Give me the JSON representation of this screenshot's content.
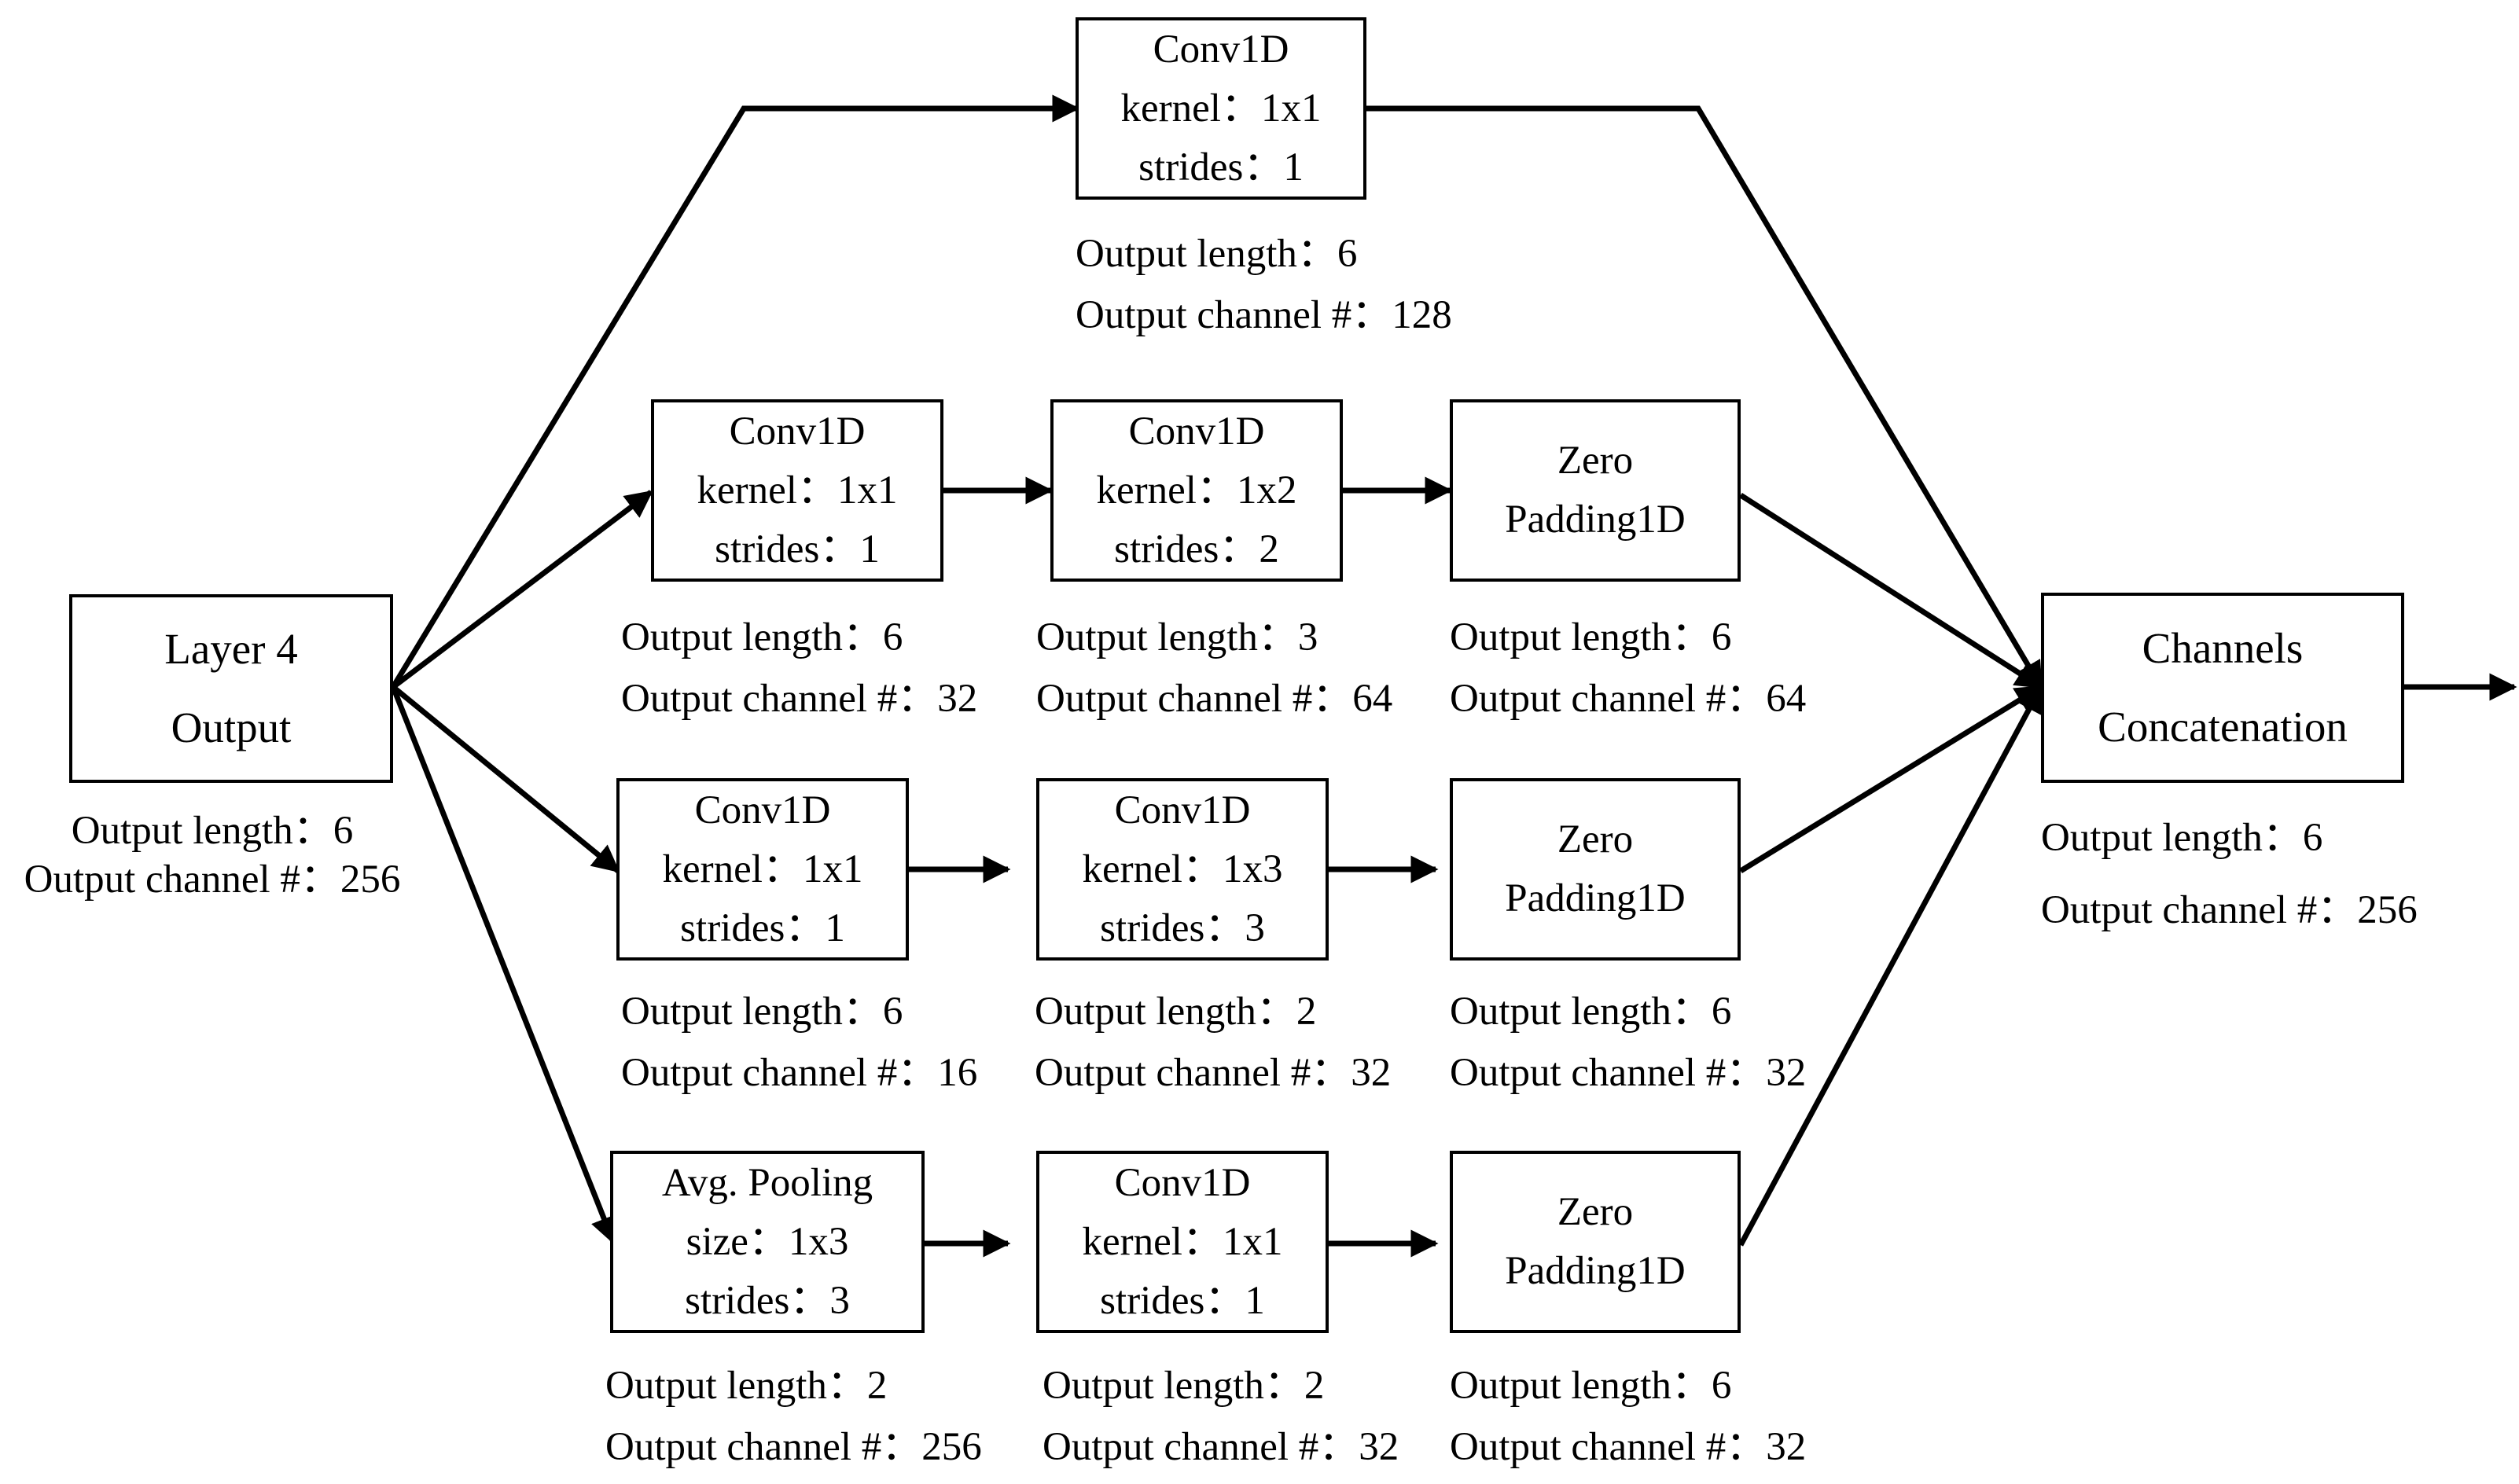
{
  "input": {
    "lines": [
      "Layer 4",
      "Output"
    ],
    "output_length": "Output length：6",
    "output_channel": "Output channel #：256"
  },
  "branch1": {
    "conv": {
      "lines": [
        "Conv1D",
        "kernel：1x1",
        "strides：1"
      ],
      "output_length": "Output length：6",
      "output_channel": "Output channel #：128"
    }
  },
  "branch2": {
    "conv_a": {
      "lines": [
        "Conv1D",
        "kernel：1x1",
        "strides：1"
      ],
      "output_length": "Output length：6",
      "output_channel": "Output channel #：32"
    },
    "conv_b": {
      "lines": [
        "Conv1D",
        "kernel：1x2",
        "strides：2"
      ],
      "output_length": "Output length：3",
      "output_channel": "Output channel #：64"
    },
    "pad": {
      "lines": [
        "Zero",
        "Padding1D"
      ],
      "output_length": "Output length：6",
      "output_channel": "Output channel #：64"
    }
  },
  "branch3": {
    "conv_a": {
      "lines": [
        "Conv1D",
        "kernel：1x1",
        "strides：1"
      ],
      "output_length": "Output length：6",
      "output_channel": "Output channel #：16"
    },
    "conv_b": {
      "lines": [
        "Conv1D",
        "kernel：1x3",
        "strides：3"
      ],
      "output_length": "Output length：2",
      "output_channel": "Output channel #：32"
    },
    "pad": {
      "lines": [
        "Zero",
        "Padding1D"
      ],
      "output_length": "Output length：6",
      "output_channel": "Output channel #：32"
    }
  },
  "branch4": {
    "pool": {
      "lines": [
        "Avg. Pooling",
        "size：1x3",
        "strides：3"
      ],
      "output_length": "Output length：2",
      "output_channel": "Output channel #：256"
    },
    "conv": {
      "lines": [
        "Conv1D",
        "kernel：1x1",
        "strides：1"
      ],
      "output_length": "Output length：2",
      "output_channel": "Output channel #：32"
    },
    "pad": {
      "lines": [
        "Zero",
        "Padding1D"
      ],
      "output_length": "Output length：6",
      "output_channel": "Output channel #：32"
    }
  },
  "concat": {
    "lines": [
      "Channels",
      "Concatenation"
    ],
    "output_length": "Output length：6",
    "output_channel": "Output channel #：256"
  }
}
